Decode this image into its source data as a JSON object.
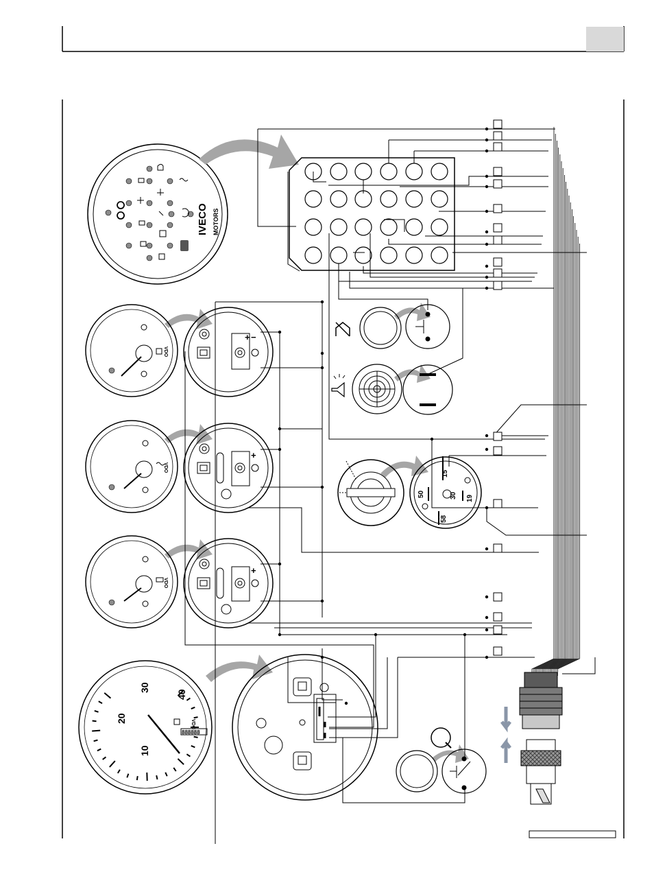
{
  "panel": {
    "brand_line1": "IVECO",
    "brand_line2": "MOTORS",
    "gauge_brand": "VDO"
  },
  "tachometer": {
    "scale_labels": [
      "10",
      "20",
      "30",
      "40"
    ],
    "odometer_digits": "888888"
  },
  "ignition_switch": {
    "terminals": [
      "15",
      "50",
      "30",
      "19",
      "58"
    ]
  },
  "gauge_signs": {
    "plus": "+",
    "minus": "−"
  },
  "colors": {
    "line": "#000000",
    "arrow": "#a6a6a6",
    "header_box": "#d9d9d9",
    "led": "#8c8c8c",
    "connector": "#5a5a5a",
    "arrow_blue": "#8a96a8"
  },
  "icons": [
    "oil-pressure-warning-icon",
    "coolant-temperature-icon",
    "battery-charge-icon",
    "air-filter-icon",
    "glow-plug-icon",
    "mute-buzzer-icon",
    "horn-icon",
    "fuel-gauge-icon",
    "engine-hours-icon"
  ]
}
